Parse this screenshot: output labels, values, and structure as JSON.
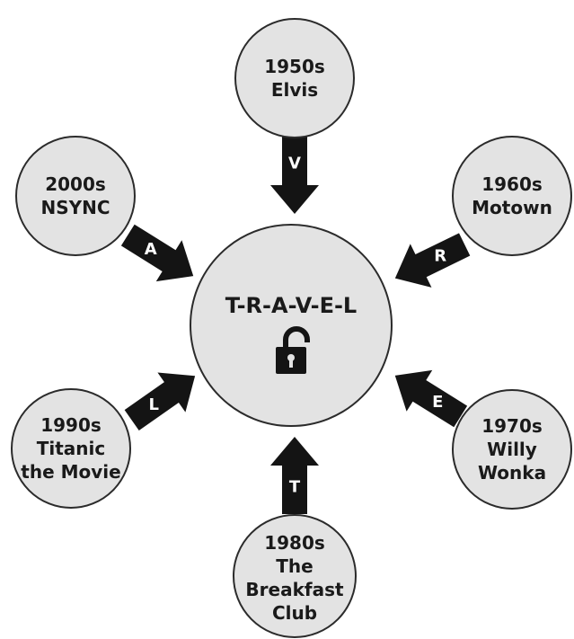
{
  "colors": {
    "circle_fill": "#e3e3e3",
    "circle_stroke": "#2b2b2b",
    "arrow_fill": "#141414",
    "text": "#1a1a1a"
  },
  "hub": {
    "word": "T-R-A-V-E-L",
    "icon": "unlocked-padlock-icon"
  },
  "eras": [
    {
      "id": "1950s",
      "lines": [
        "1950s",
        "Elvis"
      ],
      "arrow_letter": "V"
    },
    {
      "id": "1960s",
      "lines": [
        "1960s",
        "Motown"
      ],
      "arrow_letter": "R"
    },
    {
      "id": "1970s",
      "lines": [
        "1970s",
        "Willy",
        "Wonka"
      ],
      "arrow_letter": "E"
    },
    {
      "id": "1980s",
      "lines": [
        "1980s",
        "The",
        "Breakfast",
        "Club"
      ],
      "arrow_letter": "T"
    },
    {
      "id": "1990s",
      "lines": [
        "1990s",
        "Titanic",
        "the Movie"
      ],
      "arrow_letter": "L"
    },
    {
      "id": "2000s",
      "lines": [
        "2000s",
        "NSYNC"
      ],
      "arrow_letter": "A"
    }
  ]
}
